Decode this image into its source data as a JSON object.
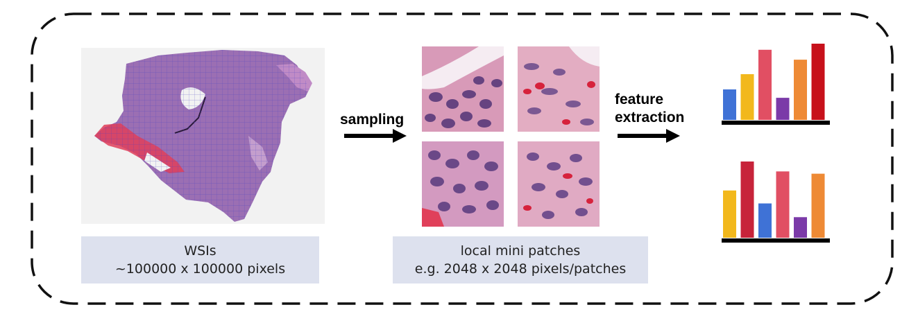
{
  "wsi": {
    "caption_line1": "WSIs",
    "caption_line2": "~100000 x 100000 pixels"
  },
  "sampling": {
    "label": "sampling"
  },
  "patches": {
    "caption_line1": "local mini patches",
    "caption_line2": "e.g. 2048 x 2048 pixels/patches"
  },
  "feature": {
    "label_line1": "feature",
    "label_line2": "extraction"
  },
  "colors": {
    "border": "#111111",
    "tissue": "#9b6fb3",
    "grid": "#4a3fc0",
    "stain_red": "#e0405a",
    "caption_bg": "#dde1ee",
    "patch_bg": "#d89ab8",
    "nucleus": "#5a3a7a"
  },
  "feature_histograms": [
    {
      "values": [
        0.4,
        0.6,
        0.92,
        0.29,
        0.79,
        1.0
      ],
      "colors": [
        "#3f72d6",
        "#f2b81c",
        "#e14f63",
        "#7b3aa8",
        "#ee8a35",
        "#c7111b"
      ]
    },
    {
      "values": [
        0.62,
        1.0,
        0.45,
        0.87,
        0.27,
        0.84
      ],
      "colors": [
        "#f2b81c",
        "#c7233a",
        "#3f72d6",
        "#e14f63",
        "#7b3aa8",
        "#ee8a35"
      ]
    }
  ]
}
